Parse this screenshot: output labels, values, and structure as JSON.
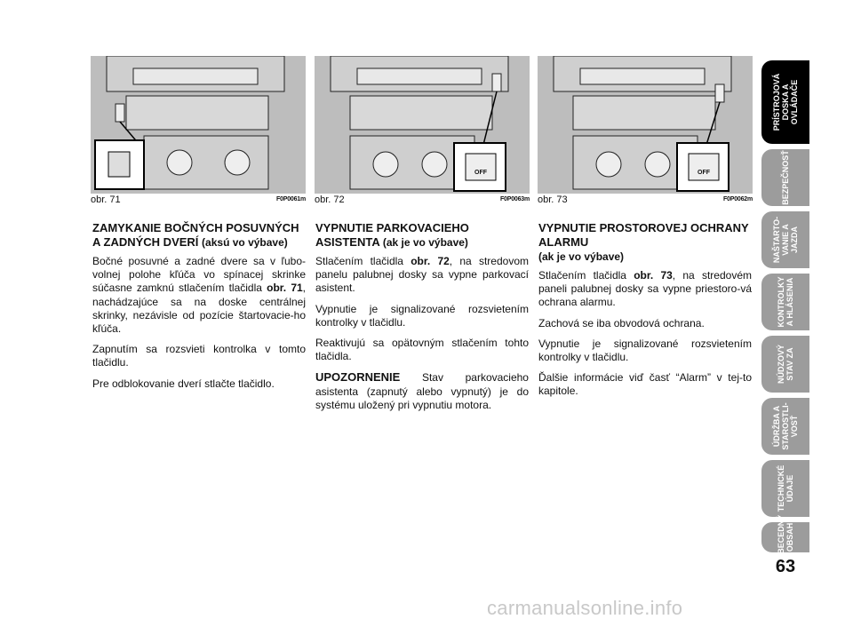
{
  "figures": [
    {
      "label": "obr. 71",
      "code": "F0P0061m",
      "button_text": ""
    },
    {
      "label": "obr. 72",
      "code": "F0P0063m",
      "button_text": "OFF"
    },
    {
      "label": "obr. 73",
      "code": "F0P0062m",
      "button_text": "OFF"
    }
  ],
  "col1": {
    "title": "ZAMYKANIE BOČNÝCH POSUVNÝCH A ZADNÝCH DVERÍ",
    "title_note": "(aksú vo výbave)",
    "p1": "Bočné posuvné a zadné dvere sa v ľubo-volnej polohe kľúča vo spínacej skrinke súčasne zamknú stlačením tlačidla",
    "p1_ref": "obr. 71",
    "p1_tail": ", nachádzajúce sa na doske centrálnej skrinky, nezávisle od pozície štartovacie-ho kľúča.",
    "p2": "Zapnutím sa rozsvieti kontrolka v tomto tlačidlu.",
    "p3": "Pre odblokovanie dverí stlačte tlačidlo."
  },
  "col2": {
    "title": "VYPNUTIE PARKOVACIEHO ASISTENTA",
    "title_note": "(ak je vo výbave)",
    "p1_lead": "Stlačením tlačidla",
    "p1_ref": "obr. 72",
    "p1_tail": ", na stredovom panelu palubnej dosky sa vypne parkovací asistent.",
    "p2": "Vypnutie je signalizované rozsvietením kontrolky v tlačidlu.",
    "p3": "Reaktivujú sa opätovným stlačením tohto tlačidla.",
    "warn_label": "UPOZORNENIE",
    "warn_text": "Stav parkovacieho asistenta (zapnutý alebo vypnutý) je do systému uložený pri vypnutiu motora."
  },
  "col3": {
    "title": "VYPNUTIE PROSTOROVEJ OCHRANY ALARMU",
    "title_note": "(ak je vo výbave)",
    "p1_lead": "Stlačením tlačidla",
    "p1_ref": "obr. 73",
    "p1_tail": ", na stredovém paneli palubnej dosky sa vypne priestoro-vá ochrana alarmu.",
    "p2": "Zachová se iba obvodová ochrana.",
    "p3": "Vypnutie je signalizované rozsvietením kontrolky v tlačidlu.",
    "p4": "Ďalšie informácie viď časť “Alarm” v tej-to kapitole."
  },
  "sidebar": [
    {
      "label": "PRÍSTROJOVÁ\nDOSKA A\nOVLÁDAČE",
      "active": true
    },
    {
      "label": "BEZPEČNOSŤ",
      "active": false
    },
    {
      "label": "NAŠTARTO-\nVANIE A\nJAZDA",
      "active": false
    },
    {
      "label": "KONTROLKY\nA HLÁSENIA",
      "active": false
    },
    {
      "label": "NÚDZOVÝ\nSTAV ZA",
      "active": false
    },
    {
      "label": "ÚDRŽBA A\nSTAROSTLI-\nVOSŤ",
      "active": false
    },
    {
      "label": "TECHNICKÉ\nÚDAJE",
      "active": false
    },
    {
      "label": "ABECEDNÝ\nOBSAH",
      "active": false
    }
  ],
  "page_number": "63",
  "watermark": "carmanualsonline.info"
}
